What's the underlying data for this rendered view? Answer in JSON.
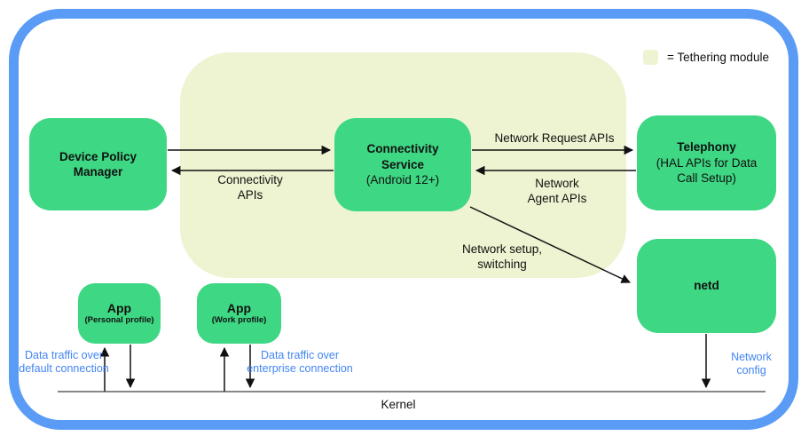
{
  "colors": {
    "frame_blue": "#5a9bf5",
    "box_green": "#3ed783",
    "tethering_bg": "#eef3d1",
    "blue_text": "#4285f4",
    "ink": "#111111",
    "kernel_line": "#3c4043"
  },
  "legend": {
    "label": "= Tethering module"
  },
  "boxes": {
    "device_policy_manager": {
      "title": "Device Policy\nManager"
    },
    "connectivity_service": {
      "title": "Connectivity\nService",
      "subtitle": "(Android 12+)"
    },
    "telephony": {
      "title": "Telephony",
      "subtitle": "(HAL APIs for Data\nCall Setup)"
    },
    "netd": {
      "title": "netd"
    },
    "app_personal": {
      "title": "App",
      "subtitle": "(Personal profile)"
    },
    "app_work": {
      "title": "App",
      "subtitle": "(Work profile)"
    }
  },
  "labels": {
    "connectivity_apis": "Connectivity\nAPIs",
    "network_request_apis": "Network Request APIs",
    "network_agent_apis": "Network\nAgent APIs",
    "network_setup_switching": "Network setup,\nswitching",
    "data_traffic_default": "Data traffic over\ndefault connection",
    "data_traffic_enterprise": "Data traffic over\nenterprise connection",
    "network_config": "Network\nconfig",
    "kernel": "Kernel"
  }
}
